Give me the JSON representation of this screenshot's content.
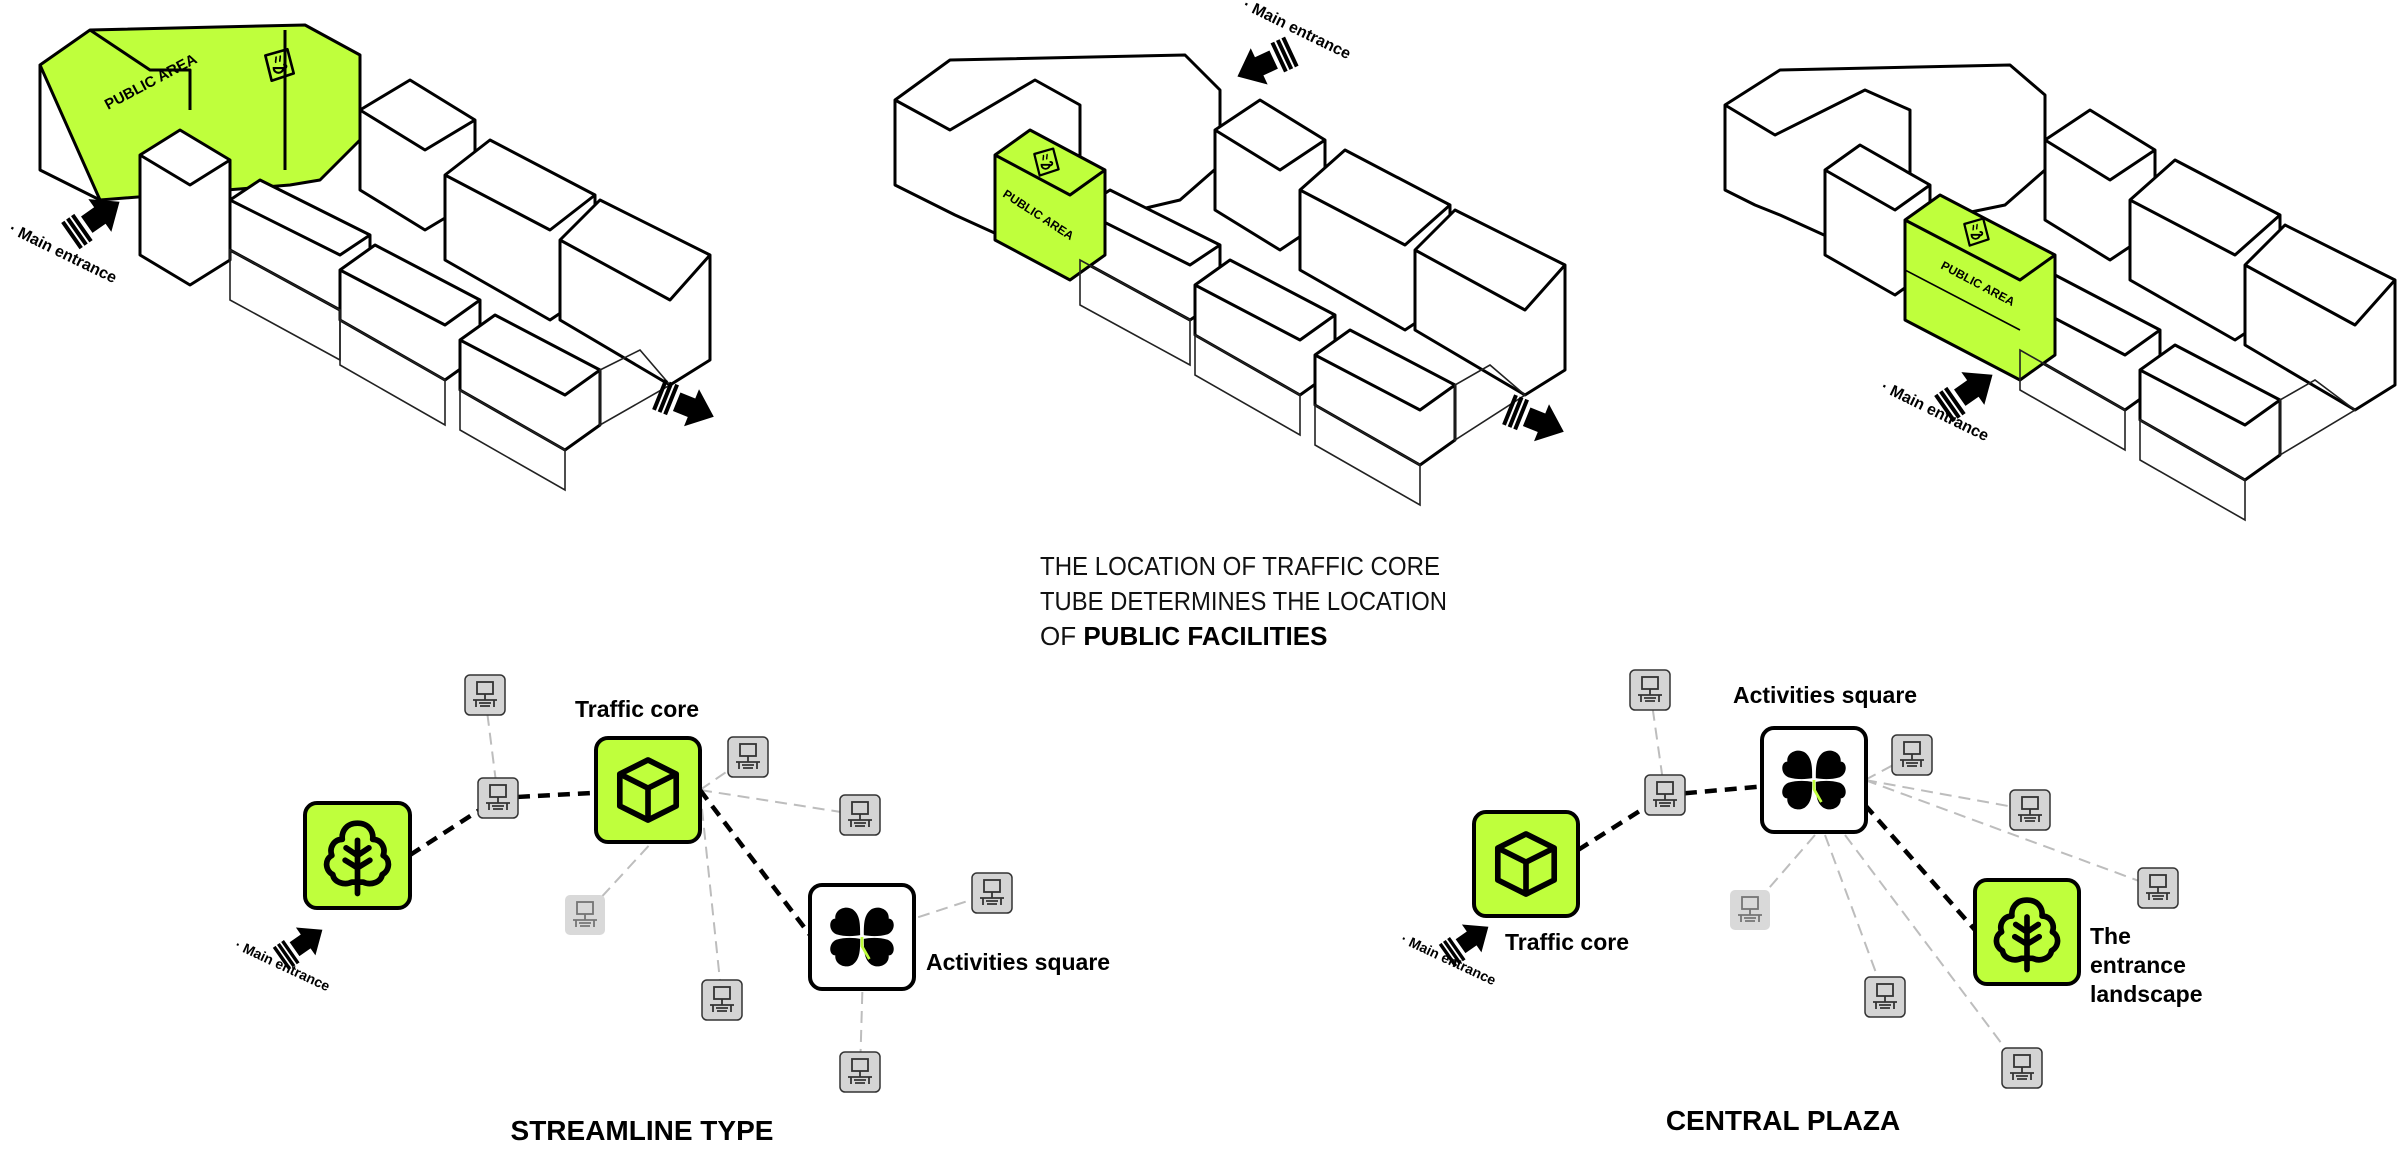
{
  "colors": {
    "accent_green": "#bfff3c",
    "black": "#000000",
    "gray_node": "#d4d4d4",
    "dashed_gray": "#bdbdbd"
  },
  "headline": {
    "line1": "THE LOCATION OF TRAFFIC CORE",
    "line2": "TUBE DETERMINES THE LOCATION",
    "line3_prefix": "OF ",
    "line3_bold": "PUBLIC FACILITIES"
  },
  "models": [
    {
      "public_area_label": "PUBLIC AREA",
      "entrance_label": "· Main entrance"
    },
    {
      "public_area_label": "PUBLIC AREA",
      "entrance_label": "· Main entrance"
    },
    {
      "public_area_label": "PUBLIC AREA",
      "entrance_label": "· Main entrance"
    }
  ],
  "streamline": {
    "title": "STREAMLINE TYPE",
    "traffic_core_label": "Traffic core",
    "activities_label": "Activities square",
    "entrance_label": "· Main entrance",
    "icons": {
      "landscape": "tree-icon",
      "core": "cube-icon",
      "activities": "clover-icon",
      "unit": "monitor-icon"
    }
  },
  "central_plaza": {
    "title": "CENTRAL PLAZA",
    "activities_label": "Activities square",
    "traffic_core_label": "Traffic core",
    "entrance_landscape_label": [
      "The",
      "entrance",
      "landscape"
    ],
    "entrance_label": "· Main entrance",
    "icons": {
      "landscape": "tree-icon",
      "core": "cube-icon",
      "activities": "clover-icon",
      "unit": "monitor-icon"
    }
  }
}
